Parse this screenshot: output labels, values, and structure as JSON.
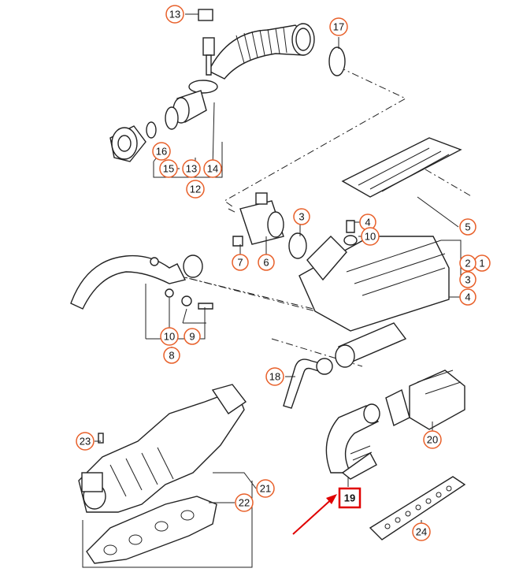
{
  "callouts": [
    {
      "id": "c1",
      "label": "1"
    },
    {
      "id": "c2",
      "label": "2"
    },
    {
      "id": "c3a",
      "label": "3"
    },
    {
      "id": "c3b",
      "label": "3"
    },
    {
      "id": "c4a",
      "label": "4"
    },
    {
      "id": "c4b",
      "label": "4"
    },
    {
      "id": "c5",
      "label": "5"
    },
    {
      "id": "c6",
      "label": "6"
    },
    {
      "id": "c7",
      "label": "7"
    },
    {
      "id": "c8",
      "label": "8"
    },
    {
      "id": "c9",
      "label": "9"
    },
    {
      "id": "c10a",
      "label": "10"
    },
    {
      "id": "c10b",
      "label": "10"
    },
    {
      "id": "c12",
      "label": "12"
    },
    {
      "id": "c13a",
      "label": "13"
    },
    {
      "id": "c13b",
      "label": "13"
    },
    {
      "id": "c14",
      "label": "14"
    },
    {
      "id": "c15",
      "label": "15"
    },
    {
      "id": "c16",
      "label": "16"
    },
    {
      "id": "c17",
      "label": "17"
    },
    {
      "id": "c18",
      "label": "18"
    },
    {
      "id": "c20",
      "label": "20"
    },
    {
      "id": "c21",
      "label": "21"
    },
    {
      "id": "c22",
      "label": "22"
    },
    {
      "id": "c23",
      "label": "23"
    },
    {
      "id": "c24",
      "label": "24"
    }
  ],
  "highlight": {
    "label": "19"
  },
  "colors": {
    "callout_ring": "#e8602a",
    "highlight": "#e00000",
    "line": "#222222"
  }
}
